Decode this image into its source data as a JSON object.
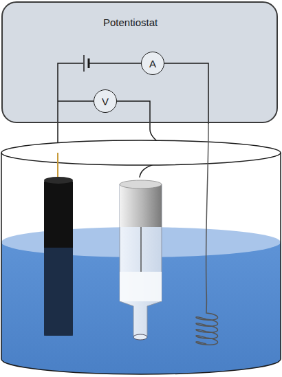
{
  "diagram": {
    "nodes": [
      {
        "text": [
          "Potentiostat"
        ]
      },
      {
        "text": [
          "A"
        ],
        "in": 0
      },
      {
        "text": [
          "V"
        ],
        "in": 0
      }
    ]
  }
}
